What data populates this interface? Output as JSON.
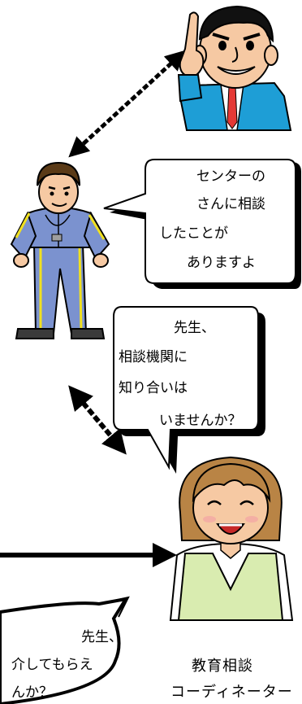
{
  "bubble_top": {
    "lines": [
      "センターの",
      "さんに相談",
      "したことが",
      "ありますよ"
    ]
  },
  "bubble_middle": {
    "lines": [
      "先生、",
      "相談機関に",
      "知り合いは",
      "いませんか？"
    ]
  },
  "bubble_bottom": {
    "lines": [
      "先生、",
      "介してもらえ",
      "んか？"
    ]
  },
  "role_label": {
    "lines": [
      "教育相談",
      "コーディネーター"
    ]
  },
  "colors": {
    "jacket": "#7b92cf",
    "jacket_stripe": "#f0e020",
    "suit": "#1e9ed6",
    "vest": "#d9ecb0",
    "hair_teacher": "#5a3a17",
    "hair_coordinator": "#b98445",
    "skin": "#f6c9a3",
    "outline": "#000000"
  }
}
